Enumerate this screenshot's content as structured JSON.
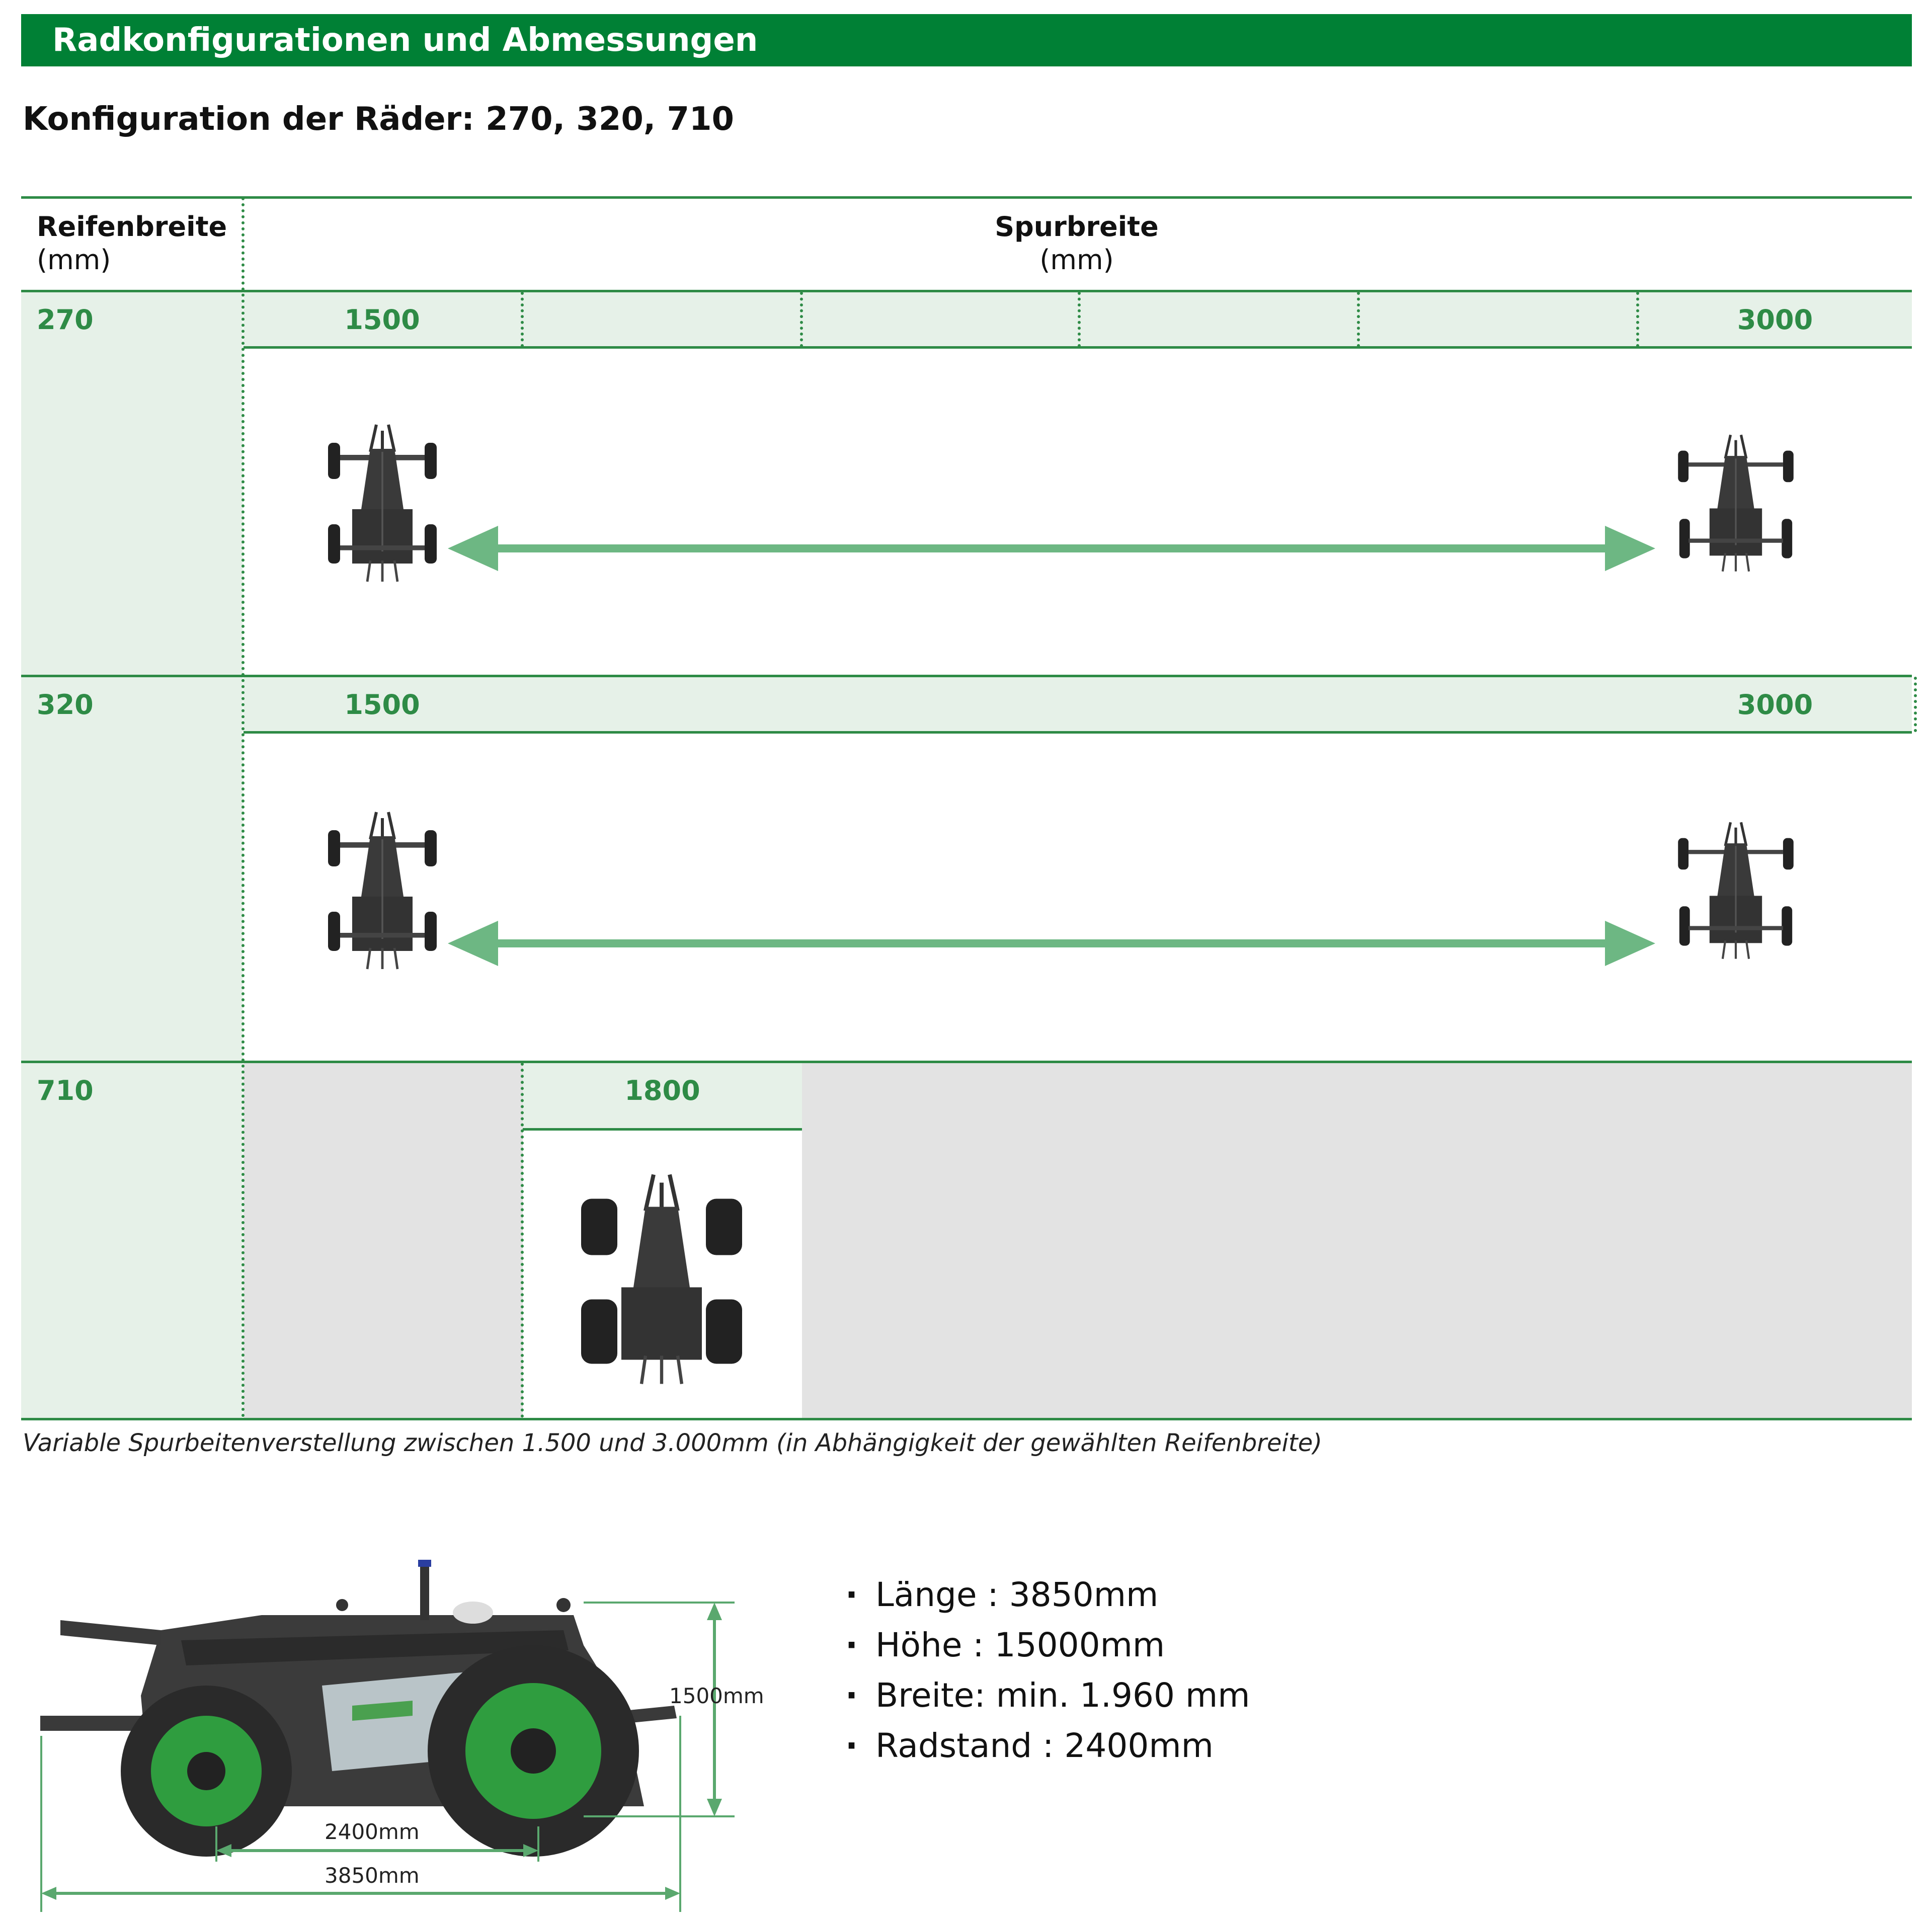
{
  "header": {
    "title": "Radkonfigurationen und Abmessungen"
  },
  "subtitle": "Konfiguration der Räder: 270, 320, 710",
  "table": {
    "col1_header": {
      "label": "Reifenbreite",
      "unit": "(mm)"
    },
    "col2_header": {
      "label": "Spurbreite",
      "unit": "(mm)"
    },
    "rows": [
      {
        "tire_width": "270",
        "track_min": "1500",
        "track_max": "3000"
      },
      {
        "tire_width": "320",
        "track_min": "1500",
        "track_max": "3000"
      },
      {
        "tire_width": "710",
        "track": "1800"
      }
    ]
  },
  "note": "Variable Spurbeitenverstellung zwischen 1.500 und 3.000mm (in Abhängigkeit der gewählten Reifenbreite)",
  "specs": [
    {
      "text": "Länge : 3850mm"
    },
    {
      "text": "Höhe : 15000mm"
    },
    {
      "text": "Breite: min. 1.960 mm"
    },
    {
      "text": "Radstand : 2400mm"
    }
  ],
  "dimensions": {
    "height": "1500mm",
    "wheelbase": "2400mm",
    "length": "3850mm"
  },
  "colors": {
    "brand_green": "#008035",
    "line_green": "#2e8b46",
    "arrow_green": "#6db783",
    "band": "#e6f1e8",
    "grey": "#e3e3e3"
  }
}
